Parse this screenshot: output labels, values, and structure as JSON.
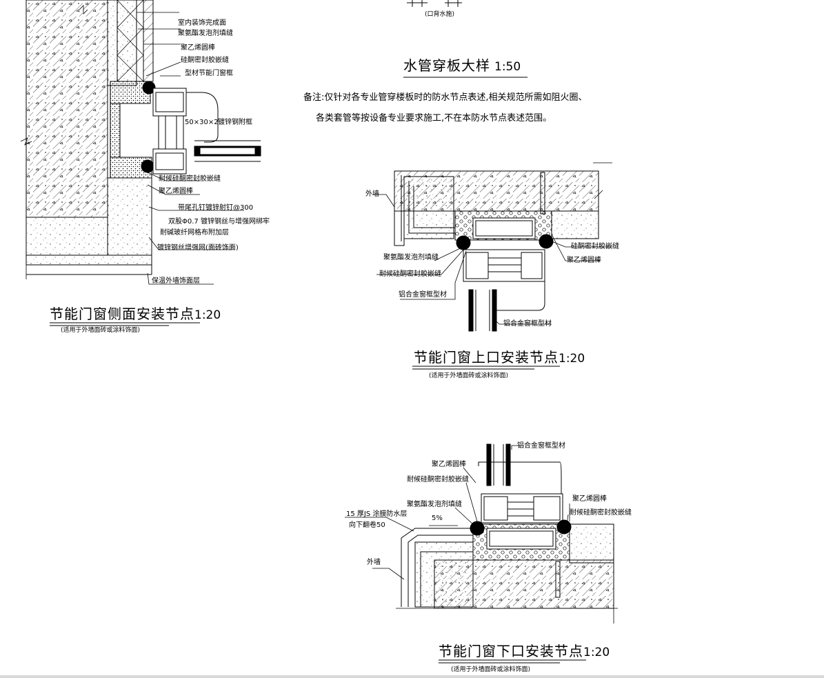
{
  "top_fragment": {
    "label": "(口背水施)"
  },
  "water_pipe": {
    "title": "水管穿板大样",
    "scale": "1:50",
    "note_line1": "备注:仅针对各专业管穿楼板时的防水节点表述,相关规范所需如阻火圈、",
    "note_line2": "各类套管等按设备专业要求施工,不在本防水节点表述范围。"
  },
  "side_detail": {
    "title": "节能门窗侧面安装节点",
    "scale": "1:20",
    "subtitle": "(适用于外墙面砖或涂料饰面)",
    "labels": {
      "l1": "室内装饰完成面",
      "l2": "聚氨酯发泡剂填缝",
      "l3": "聚乙烯圆棒",
      "l4": "硅酮密封胶嵌缝",
      "l5": "型材节能门窗框",
      "l6": "50×30×2",
      "l7": "镀锌钢附框",
      "l8": "耐候硅酮密封胶嵌缝",
      "l9": "聚乙烯圆棒",
      "l10": "带尾孔钉镀锌射钉@300",
      "l11": "双股Φ0.7 镀锌钢丝与增强网绑牢",
      "l12": "耐碱玻纤网格布附加层",
      "l13": "镀锌钢丝增强网(面砖饰面)",
      "l14": "保温外墙饰面层"
    }
  },
  "top_detail": {
    "title": "节能门窗上口安装节点",
    "scale": "1:20",
    "subtitle": "(适用于外墙面砖或涂料饰面)",
    "labels": {
      "wall": "外墙",
      "t1": "硅酮密封胶嵌缝",
      "t2": "聚乙烯圆棒",
      "t3": "聚氨酯发泡剂填缝",
      "t4": "耐候硅酮密封胶嵌缝",
      "t5": "铝合金窗框型材",
      "t6": "铝合金窗框型材"
    }
  },
  "bottom_detail": {
    "title": "节能门窗下口安装节点",
    "scale": "1:20",
    "subtitle": "(适用于外墙面砖或涂料饰面)",
    "labels": {
      "b1": "铝合金窗框型材",
      "b2": "聚乙烯圆棒",
      "b3": "耐候硅酮密封胶嵌缝",
      "b4": "聚氨酯发泡剂填缝",
      "b5": "聚乙烯圆棒",
      "b6": "耐候硅酮密封胶嵌缝",
      "b7": "15 厚JS 涂膜防水层",
      "b8": "向下翻卷50",
      "b9": "5%",
      "wall": "外墙"
    }
  }
}
